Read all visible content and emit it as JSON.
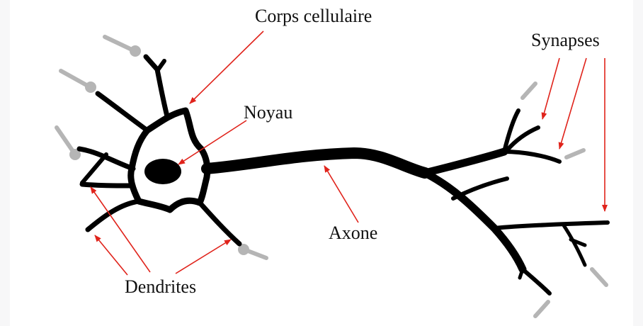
{
  "labels": {
    "cell_body": "Corps cellulaire",
    "nucleus": "Noyau",
    "axon": "Axone",
    "dendrites": "Dendrites",
    "synapses": "Synapses"
  },
  "colors": {
    "neuron": "#000000",
    "arrow": "#e0231b",
    "synapse_terminal": "#b5b5b5",
    "background": "#ffffff"
  }
}
